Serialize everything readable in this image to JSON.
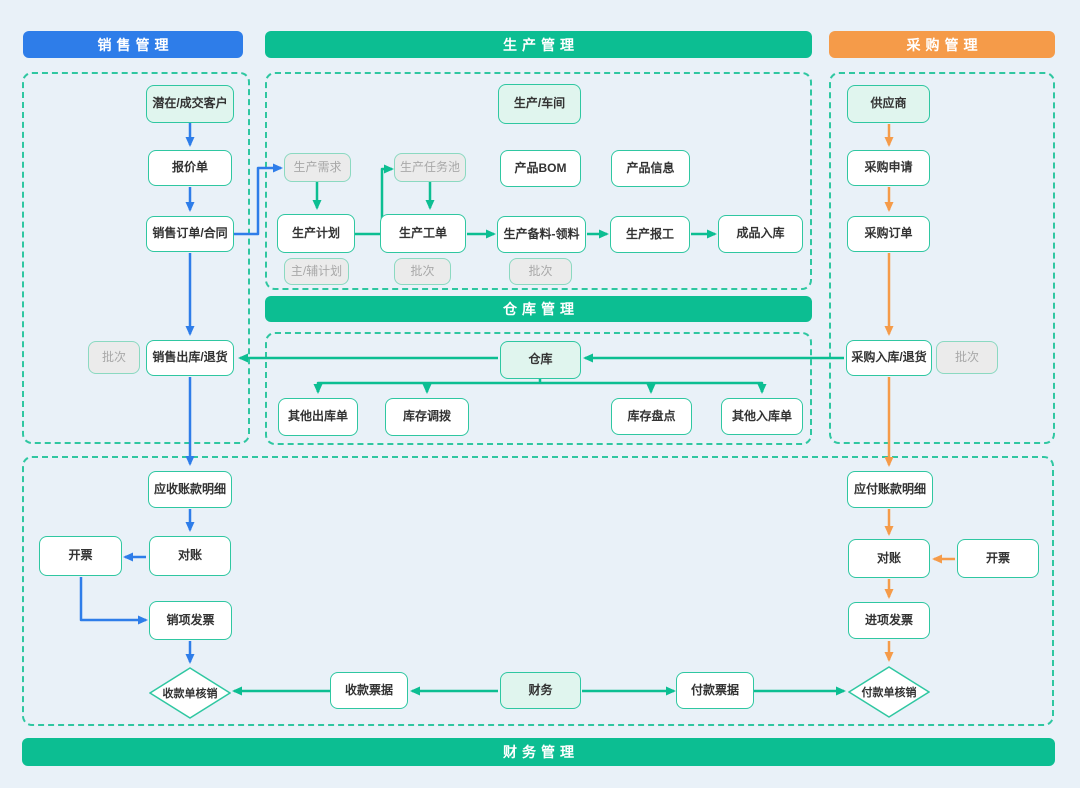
{
  "headers": {
    "sales": "销售管理",
    "production": "生产管理",
    "purchase": "采购管理",
    "warehouse": "仓库管理",
    "finance": "财务管理"
  },
  "colors": {
    "blue": "#2E7DE9",
    "green": "#0CBE92",
    "orange": "#F59B49",
    "node_border_green": "#2FC7A1",
    "light_green_fill": "#E0F5EE",
    "gray_fill": "#EBEBEB",
    "gray_text": "#A8A8A8",
    "background": "#E9F1F8",
    "text": "#333333"
  },
  "nodes": {
    "customer": "潜在/成交客户",
    "quotation": "报价单",
    "sales_order": "销售订单/合同",
    "sales_batch": "批次",
    "sales_outbound": "销售出库/退货",
    "workshop": "生产/车间",
    "prod_demand": "生产需求",
    "prod_task_pool": "生产任务池",
    "product_bom": "产品BOM",
    "product_info": "产品信息",
    "prod_plan": "生产计划",
    "main_aux_plan": "主/辅计划",
    "prod_work_order": "生产工单",
    "work_order_batch": "批次",
    "prod_material": "生产备料-领料",
    "material_batch": "批次",
    "prod_report": "生产报工",
    "finished_inbound": "成品入库",
    "warehouse": "仓库",
    "other_outbound": "其他出库单",
    "stock_transfer": "库存调拨",
    "stock_check": "库存盘点",
    "other_inbound": "其他入库单",
    "supplier": "供应商",
    "purchase_request": "采购申请",
    "purchase_order": "采购订单",
    "purchase_inbound": "采购入库/退货",
    "purchase_batch": "批次",
    "ar_detail": "应收账款明细",
    "ar_reconcile": "对账",
    "ar_invoice": "开票",
    "sales_invoice": "销项发票",
    "receipt_writeoff": "收款单核销",
    "receipt_bill": "收款票据",
    "finance": "财务",
    "payment_bill": "付款票据",
    "payment_writeoff": "付款单核销",
    "ap_detail": "应付账款明细",
    "ap_reconcile": "对账",
    "ap_invoice": "开票",
    "purchase_invoice": "进项发票"
  }
}
